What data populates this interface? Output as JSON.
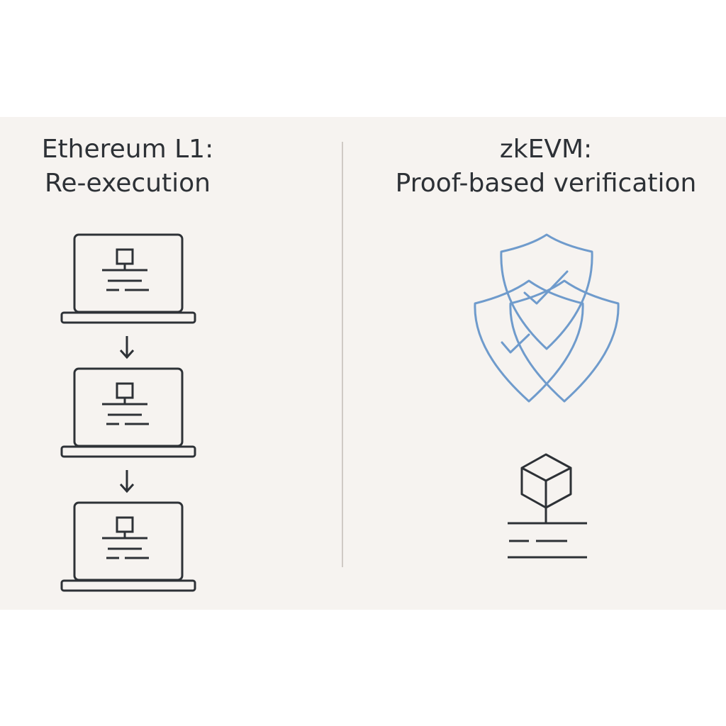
{
  "left_panel": {
    "title_line1": "Ethereum L1:",
    "title_line2": "Re-execution",
    "steps": [
      {
        "icon": "laptop-network-icon"
      },
      {
        "icon": "laptop-network-icon"
      },
      {
        "icon": "laptop-network-icon"
      }
    ],
    "connector_icon": "arrow-down-icon"
  },
  "right_panel": {
    "title_line1": "zkEVM:",
    "title_line2": "Proof-based verification",
    "icons": [
      "shield-check-icon",
      "block-document-icon"
    ],
    "accent_color": "#6f9bcc"
  },
  "colors": {
    "background": "#f6f3f0",
    "stroke": "#2d3136",
    "divider": "#cfcac5"
  }
}
